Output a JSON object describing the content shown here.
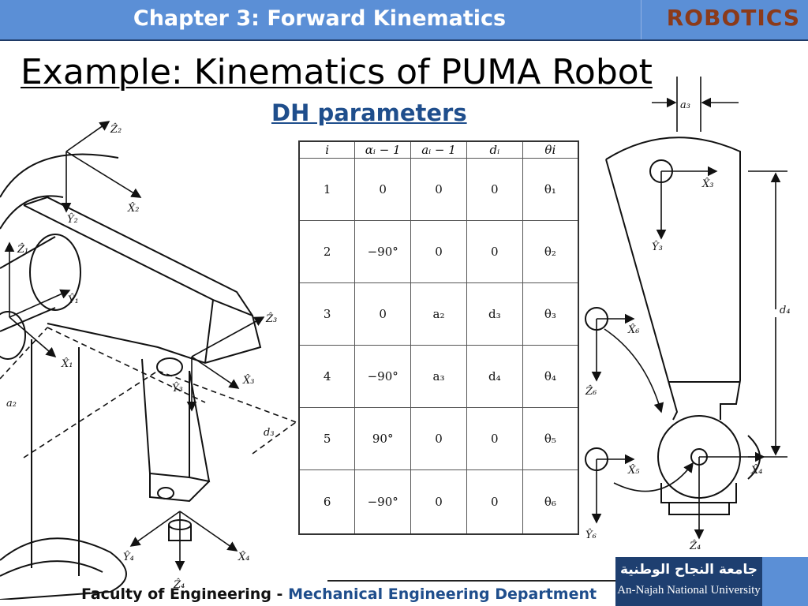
{
  "header": {
    "chapter_title": "Chapter 3: Forward Kinematics",
    "course": "ROBOTICS",
    "bg_color": "#5b8fd6",
    "course_color": "#8b3a1a"
  },
  "slide": {
    "title": "Example: Kinematics of PUMA Robot",
    "subtitle": "DH parameters"
  },
  "left_figure": {
    "labels": {
      "z2": "Ẑ₂",
      "y2": "Ŷ₂",
      "x2": "X̂₂",
      "z1": "Ẑ₁",
      "y1": "Ŷ₁",
      "x1": "X̂₁",
      "z3": "Ẑ₃",
      "y3": "Ŷ₃",
      "x3": "X̂₃",
      "a2": "a₂",
      "d3": "d₃",
      "y4": "Ŷ₄",
      "x4": "X̂₄",
      "z4": "Ẑ₄"
    }
  },
  "right_figure": {
    "labels": {
      "a3": "a₃",
      "x3": "X̂₃",
      "y3": "Ŷ₃",
      "d4": "d₄",
      "x6": "X̂₆",
      "z6": "Ẑ₆",
      "x5": "X̂₅",
      "y6": "Ŷ₆",
      "x4": "X̂₄",
      "z4": "Ẑ₄"
    }
  },
  "dh_table": {
    "headers": [
      "i",
      "αᵢ − 1",
      "aᵢ − 1",
      "dᵢ",
      "θi"
    ],
    "rows": [
      [
        "1",
        "0",
        "0",
        "0",
        "θ₁"
      ],
      [
        "2",
        "−90°",
        "0",
        "0",
        "θ₂"
      ],
      [
        "3",
        "0",
        "a₂",
        "d₃",
        "θ₃"
      ],
      [
        "4",
        "−90°",
        "a₃",
        "d₄",
        "θ₄"
      ],
      [
        "5",
        "90°",
        "0",
        "0",
        "θ₅"
      ],
      [
        "6",
        "−90°",
        "0",
        "0",
        "θ₆"
      ]
    ]
  },
  "footer": {
    "faculty": "Faculty of Engineering - ",
    "department": "Mechanical Engineering Department"
  },
  "logo": {
    "arabic": "جامعة النجاح الوطنية",
    "english": "An-Najah National University"
  }
}
